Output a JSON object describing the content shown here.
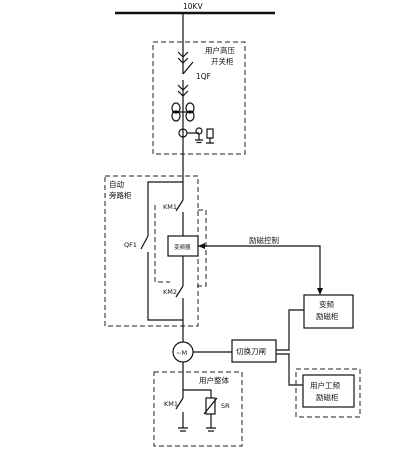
{
  "bus": {
    "voltage_label": "10KV"
  },
  "hv_cabinet": {
    "title_line1": "用户高压",
    "title_line2": "开关柜",
    "breaker_label": "1QF"
  },
  "bypass_cabinet": {
    "title_line1": "自动",
    "title_line2": "旁路柜",
    "contactor_1": "KM1",
    "contactor_2": "KM2",
    "breaker": "QF1",
    "relay_box": "变频器"
  },
  "control_label": "励磁控制",
  "vfd_box": {
    "line1": "变频",
    "line2": "励磁柜"
  },
  "switch_box": "切换刀闸",
  "motor_symbol": "~M",
  "user_body": {
    "title": "用户整体",
    "contactor": "KM1",
    "resistor": "SR"
  },
  "pf_box": {
    "line1": "用户工频",
    "line2": "励磁柜"
  }
}
